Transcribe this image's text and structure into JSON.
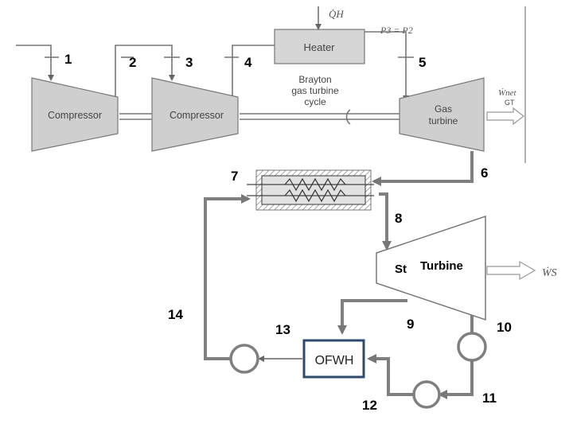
{
  "components": {
    "compressor_1": "Compressor",
    "compressor_2": "Compressor",
    "heater": "Heater",
    "gas_turbine_line1": "Gas",
    "gas_turbine_line2": "turbine",
    "brayton_line1": "Brayton",
    "brayton_line2": "gas turbine",
    "brayton_line3": "cycle",
    "st_label": "St",
    "turbine_label": "Turbine",
    "ofwh": "OFWH"
  },
  "symbols": {
    "heat_in": "Q̇H",
    "pressure_eq": "P3 = P2",
    "work_gt": "Ẇnet",
    "work_gt_sub": "GT",
    "work_st": "ẆS"
  },
  "states": [
    "1",
    "2",
    "3",
    "4",
    "5",
    "6",
    "7",
    "8",
    "9",
    "10",
    "11",
    "12",
    "13",
    "14"
  ],
  "colors": {
    "line": "#7f7f7f",
    "component_fill": "#cfcfcf",
    "ofwh_border": "#2e4a6e"
  }
}
